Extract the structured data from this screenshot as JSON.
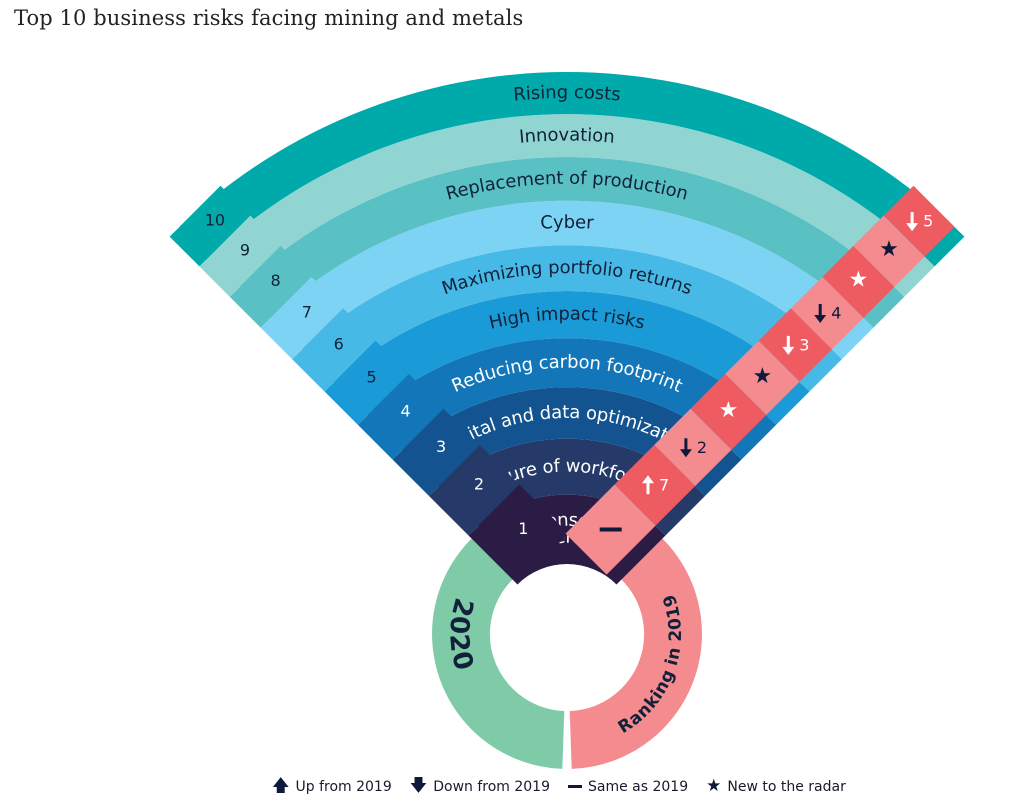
{
  "title": "Top 10 business risks facing mining and metals",
  "risks": [
    {
      "rank": "1",
      "label_lines": [
        "License to",
        "operate"
      ],
      "color": "#2a1c44",
      "label_color": "#ffffff",
      "change": "same"
    },
    {
      "rank": "2",
      "label": "Future of workforce",
      "color": "#253a68",
      "label_color": "#ffffff",
      "change": "up",
      "prev": "7"
    },
    {
      "rank": "3",
      "label": "Digital and data optimization",
      "color": "#13538f",
      "label_color": "#ffffff",
      "change": "down",
      "prev": "2"
    },
    {
      "rank": "4",
      "label": "Reducing carbon footprint",
      "color": "#1276b8",
      "label_color": "#ffffff",
      "change": "new"
    },
    {
      "rank": "5",
      "label": "High impact risks",
      "color": "#1a9ad6",
      "label_color": "#12213a",
      "change": "new"
    },
    {
      "rank": "6",
      "label": "Maximizing portfolio returns",
      "color": "#46b9e6",
      "label_color": "#12213a",
      "change": "down",
      "prev": "3"
    },
    {
      "rank": "7",
      "label": "Cyber",
      "color": "#7dd3f3",
      "label_color": "#12213a",
      "change": "down",
      "prev": "4"
    },
    {
      "rank": "8",
      "label": "Replacement of production",
      "color": "#59c1c4",
      "label_color": "#12213a",
      "change": "new"
    },
    {
      "rank": "9",
      "label": "Innovation",
      "color": "#91d5d3",
      "label_color": "#12213a",
      "change": "new"
    },
    {
      "rank": "10",
      "label": "Rising costs",
      "color": "#00a9aa",
      "label_color": "#12213a",
      "change": "down",
      "prev": "5"
    }
  ],
  "left_ring": {
    "label": "2020",
    "color": "#7fcaa7"
  },
  "right_ring": {
    "label": "Ranking in 2019",
    "color": "#f48b8f"
  },
  "right_band_colors": [
    "#f48b8f",
    "#ee5c62"
  ],
  "legend": [
    {
      "symbol": "up-arrow-icon",
      "glyph": "🡅",
      "text": "Up from 2019"
    },
    {
      "symbol": "down-arrow-icon",
      "glyph": "🡇",
      "text": "Down from 2019"
    },
    {
      "symbol": "dash-icon",
      "glyph": "",
      "text": "Same as 2019"
    },
    {
      "symbol": "star-icon",
      "glyph": "★",
      "text": "New to the radar"
    }
  ]
}
